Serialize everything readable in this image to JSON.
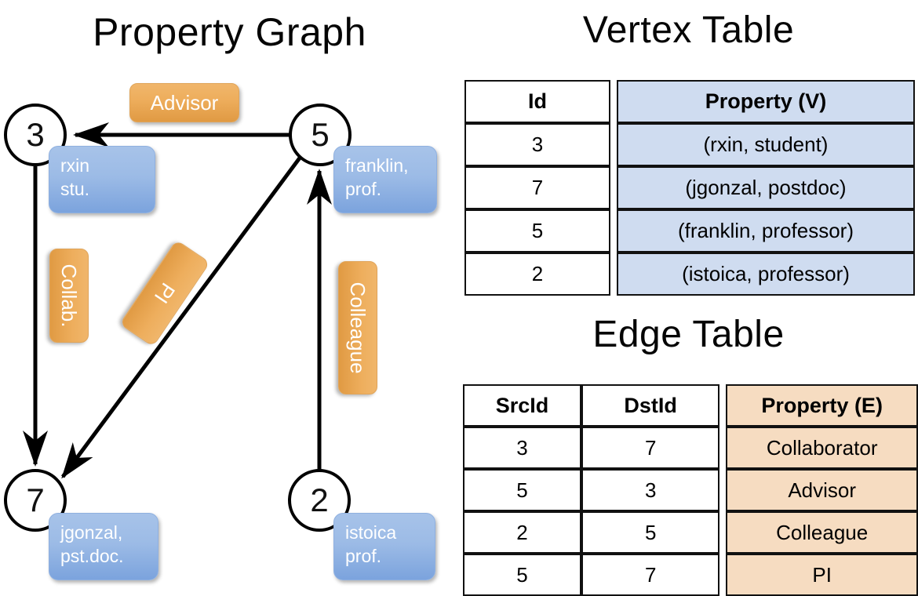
{
  "panels": {
    "graph_title": "Property Graph",
    "vertex_title": "Vertex Table",
    "edge_title": "Edge Table"
  },
  "colors": {
    "vertex_property_fill": "#cfdcf0",
    "edge_property_fill": "#f6dcc1",
    "node_property_box": "#9cbbe6",
    "edge_label_badge": "#eeae5d",
    "stroke": "#000000"
  },
  "graph": {
    "nodes": [
      {
        "id": "3",
        "property_lines": [
          "rxin",
          "stu."
        ]
      },
      {
        "id": "5",
        "property_lines": [
          "franklin,",
          "prof."
        ]
      },
      {
        "id": "7",
        "property_lines": [
          "jgonzal,",
          "pst.doc."
        ]
      },
      {
        "id": "2",
        "property_lines": [
          "istoica",
          "prof."
        ]
      }
    ],
    "edge_labels": [
      {
        "name": "advisor",
        "text": "Advisor"
      },
      {
        "name": "collab",
        "text": "Collab."
      },
      {
        "name": "pi",
        "text": "PI"
      },
      {
        "name": "colleague",
        "text": "Colleague"
      }
    ],
    "edges": [
      {
        "from": "5",
        "to": "3",
        "label": "Advisor"
      },
      {
        "from": "3",
        "to": "7",
        "label": "Collab."
      },
      {
        "from": "5",
        "to": "7",
        "label": "PI"
      },
      {
        "from": "2",
        "to": "5",
        "label": "Colleague"
      }
    ]
  },
  "vertex_table": {
    "headers": [
      "Id",
      "Property (V)"
    ],
    "rows": [
      {
        "id": "3",
        "property": "(rxin, student)"
      },
      {
        "id": "7",
        "property": "(jgonzal, postdoc)"
      },
      {
        "id": "5",
        "property": "(franklin, professor)"
      },
      {
        "id": "2",
        "property": "(istoica, professor)"
      }
    ]
  },
  "edge_table": {
    "headers": [
      "SrcId",
      "DstId",
      "Property (E)"
    ],
    "rows": [
      {
        "src": "3",
        "dst": "7",
        "property": "Collaborator"
      },
      {
        "src": "5",
        "dst": "3",
        "property": "Advisor"
      },
      {
        "src": "2",
        "dst": "5",
        "property": "Colleague"
      },
      {
        "src": "5",
        "dst": "7",
        "property": "PI"
      }
    ]
  }
}
